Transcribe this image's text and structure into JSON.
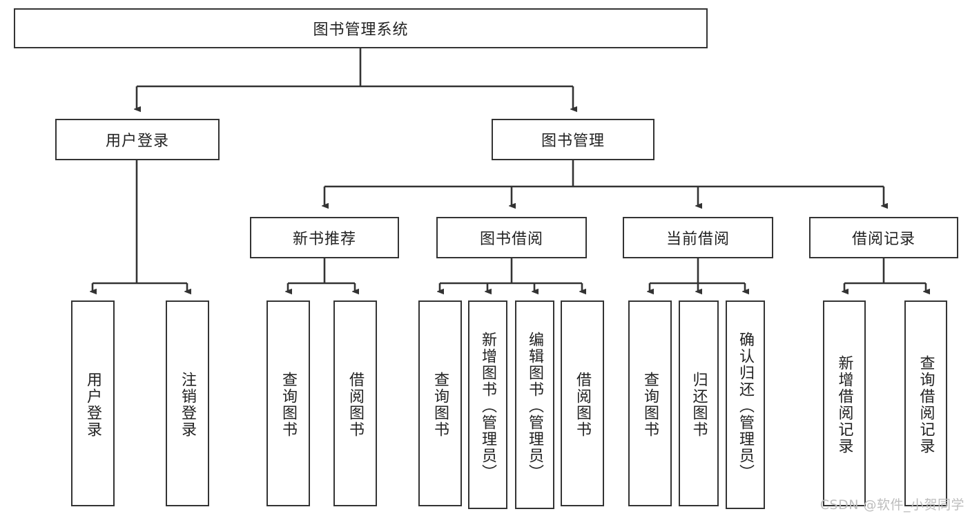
{
  "diagram": {
    "title": "图书管理系统",
    "type": "tree-hierarchy",
    "root": {
      "id": "root",
      "label": "图书管理系统"
    },
    "level2": [
      {
        "id": "user-login",
        "label": "用户登录"
      },
      {
        "id": "book-manage",
        "label": "图书管理"
      }
    ],
    "level3": [
      {
        "id": "new-book-recommend",
        "label": "新书推荐",
        "parent": "book-manage"
      },
      {
        "id": "book-borrow",
        "label": "图书借阅",
        "parent": "book-manage"
      },
      {
        "id": "current-borrow",
        "label": "当前借阅",
        "parent": "book-manage"
      },
      {
        "id": "borrow-record",
        "label": "借阅记录",
        "parent": "book-manage"
      }
    ],
    "leaves": {
      "user-login": [
        {
          "id": "leaf-user-login",
          "label": "用户登录"
        },
        {
          "id": "leaf-user-logout",
          "label": "注销登录"
        }
      ],
      "new-book-recommend": [
        {
          "id": "leaf-query-book-1",
          "label": "查询图书"
        },
        {
          "id": "leaf-borrow-book-1",
          "label": "借阅图书"
        }
      ],
      "book-borrow": [
        {
          "id": "leaf-query-book-2",
          "label": "查询图书"
        },
        {
          "id": "leaf-add-book",
          "label": "新增图书（管理员）"
        },
        {
          "id": "leaf-edit-book",
          "label": "编辑图书（管理员）"
        },
        {
          "id": "leaf-borrow-book-2",
          "label": "借阅图书"
        }
      ],
      "current-borrow": [
        {
          "id": "leaf-query-book-3",
          "label": "查询图书"
        },
        {
          "id": "leaf-return-book",
          "label": "归还图书"
        },
        {
          "id": "leaf-confirm-return",
          "label": "确认归还（管理员）"
        }
      ],
      "borrow-record": [
        {
          "id": "leaf-add-record",
          "label": "新增借阅记录"
        },
        {
          "id": "leaf-query-record",
          "label": "查询借阅记录"
        }
      ]
    }
  },
  "watermark": {
    "text": "CSDN @软件_小贺同学"
  },
  "colors": {
    "stroke": "#333333",
    "background": "#ffffff",
    "text": "#222222",
    "watermark": "#bdbdbd"
  }
}
